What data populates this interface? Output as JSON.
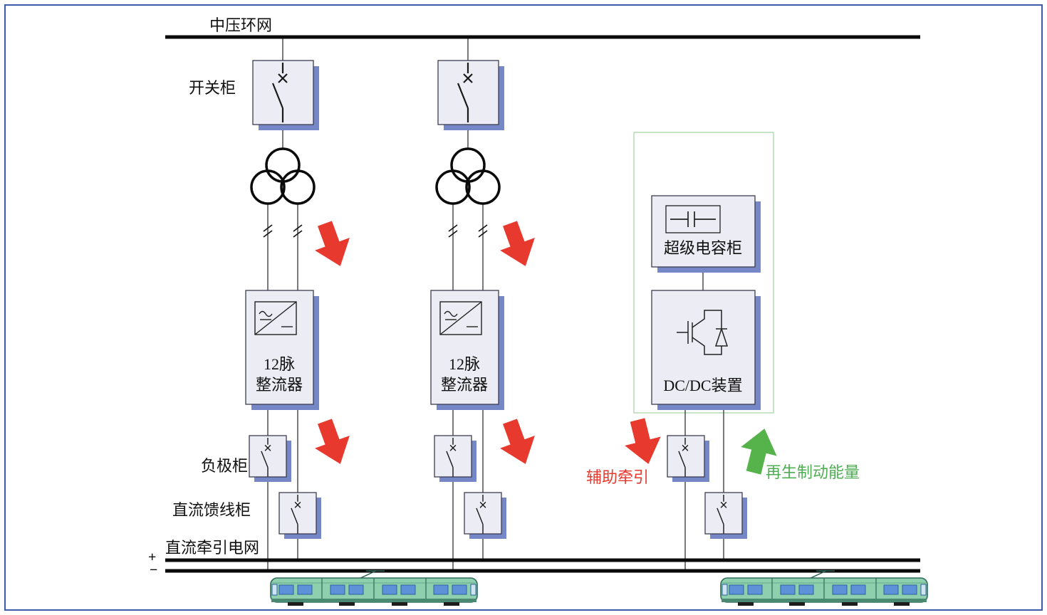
{
  "diagram": {
    "type": "schematic",
    "description": "DC traction power supply system with regenerative braking energy storage",
    "labels": {
      "mv_ring": "中压环网",
      "switch_cabinet": "开关柜",
      "rectifier": "12脉\n整流器",
      "negative_cabinet": "负极柜",
      "dc_feeder_cabinet": "直流馈线柜",
      "dc_traction_grid": "直流牵引电网",
      "plus": "+",
      "minus": "−",
      "supercap_cabinet": "超级电容柜",
      "dcdc_device": "DC/DC装置",
      "aux_traction": "辅助牵引",
      "regen_braking": "再生制动能量"
    },
    "colors": {
      "red_arrow": "#e8392e",
      "green_arrow": "#56b24b",
      "red_text": "#e8392e",
      "green_text": "#4fae53",
      "box_fill": "#ececf5",
      "box_shadow": "#7587c6",
      "outer_border": "#3b5cab",
      "green_frame": "#b5dcb5",
      "tram_body": "#8ecfae",
      "tram_window": "#5e92d8"
    }
  }
}
